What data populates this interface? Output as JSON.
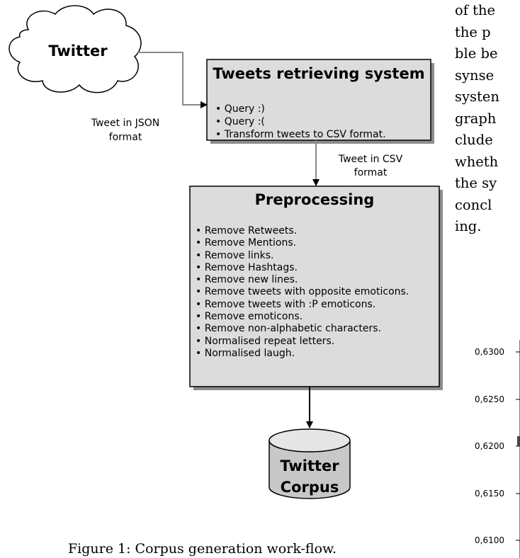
{
  "diagram": {
    "cloud_label": "Twitter",
    "json_label_lines": [
      "Tweet in JSON",
      "format"
    ],
    "retrieving_box": {
      "title": "Tweets retrieving system",
      "items": [
        "Query :)",
        "Query :(",
        "Transform tweets to CSV format."
      ]
    },
    "csv_label_lines": [
      "Tweet in CSV",
      "format"
    ],
    "preprocessing_box": {
      "title": "Preprocessing",
      "items": [
        "Remove Retweets.",
        "Remove Mentions.",
        "Remove links.",
        "Remove Hashtags.",
        "Remove new lines.",
        "Remove tweets with opposite emoticons.",
        "Remove tweets with :P emoticons.",
        "Remove emoticons.",
        "Remove non-alphabetic characters.",
        "Normalised repeat letters.",
        "Normalised laugh."
      ]
    },
    "corpus_label_lines": [
      "Twitter",
      "Corpus"
    ],
    "colors": {
      "box_fill": "#dcdcdc",
      "shadow": "#8c8c8c",
      "stroke": "#000000"
    }
  },
  "caption": "Figure 1: Corpus generation work-flow.",
  "body_text_lines": [
    "of the",
    "the p",
    "ble be",
    "synse",
    "systen",
    "graph",
    "clude",
    "wheth",
    "the sy",
    "concl",
    "ing."
  ],
  "chart_fragment": {
    "y_tick_labels": [
      "0,6300",
      "0,6250",
      "0,6200",
      "0,6150",
      "0,6100"
    ]
  }
}
